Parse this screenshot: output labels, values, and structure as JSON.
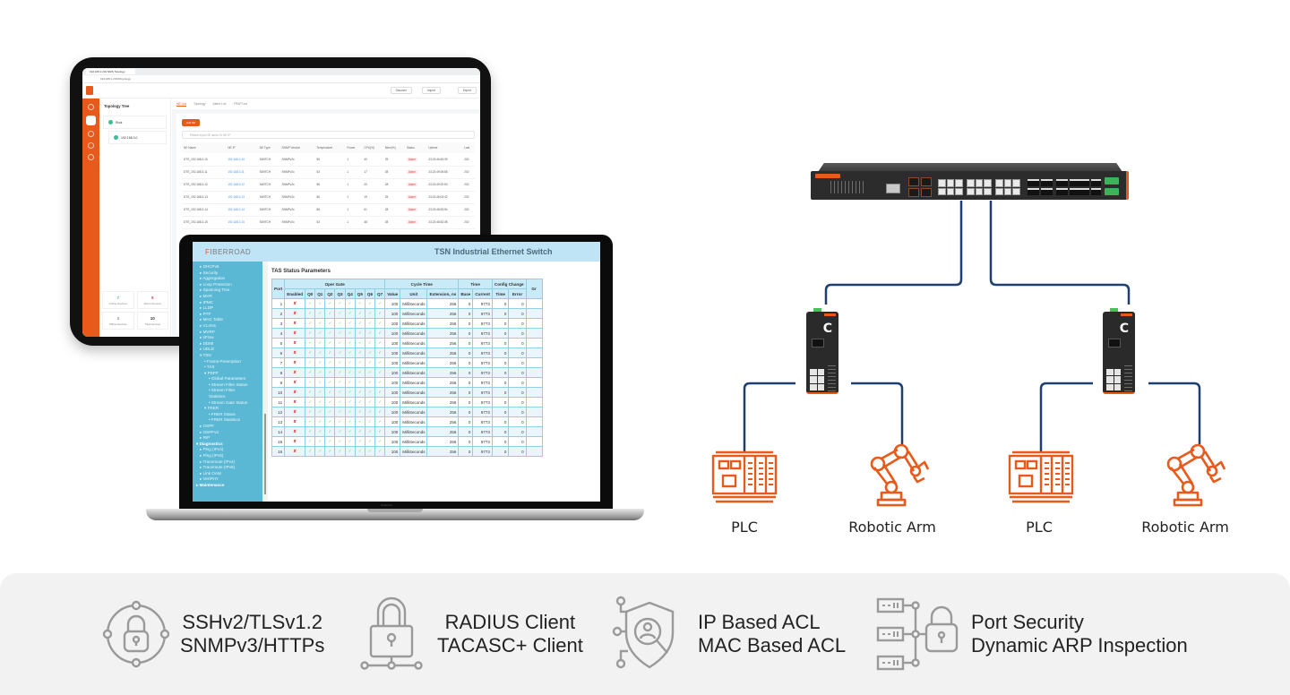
{
  "tablet": {
    "browser_tab": "192.168.1.201 NMS Topology",
    "url": "192.168.1.201/#/topology",
    "actions": [
      "Discover",
      "Import",
      "Export"
    ],
    "tree_title": "Topology Tree",
    "tree_nodes": [
      "Root",
      "192.168.3.0"
    ],
    "tabs": [
      "NE List",
      "Topology",
      "Alarm List",
      "TRAP List"
    ],
    "add_button": "Add NE",
    "search_placeholder": "Please input NE name Or NE IP",
    "columns": [
      "NE Name",
      "NE IP",
      "NE Type",
      "SNMP Version",
      "Temperature",
      "Power",
      "CPU(%)",
      "Mem(%)",
      "Status",
      "Uptime",
      "Last"
    ],
    "rows": [
      [
        "DTS_192.168.3.10",
        "192.168.3.10",
        "SWITCH",
        "SNMPv2c",
        "55",
        "1",
        "40",
        "29",
        "Alarm",
        "23:22:46:45:39",
        "202"
      ],
      [
        "DTS_192.168.3.11",
        "192.168.3.11",
        "SWITCH",
        "SNMPv2c",
        "53",
        "1",
        "17",
        "28",
        "Alarm",
        "23:22:49:05:58",
        "202"
      ],
      [
        "DTS_192.168.3.12",
        "192.168.3.12",
        "SWITCH",
        "SNMPv2c",
        "56",
        "1",
        "20",
        "28",
        "Alarm",
        "23:22:49:02:53",
        "202"
      ],
      [
        "DTS_192.168.3.13",
        "192.168.3.13",
        "SWITCH",
        "SNMPv2c",
        "56",
        "1",
        "19",
        "25",
        "Alarm",
        "23:22:48:03:42",
        "202"
      ],
      [
        "DTS_192.168.3.14",
        "192.168.3.14",
        "SWITCH",
        "SNMPv2c",
        "58",
        "1",
        "61",
        "28",
        "Alarm",
        "23:22:48:53:54",
        "202"
      ],
      [
        "DTS_192.168.3.15",
        "192.168.3.15",
        "SWITCH",
        "SNMPv2c",
        "53",
        "1",
        "48",
        "28",
        "Alarm",
        "23:22:48:52:08",
        "202"
      ]
    ],
    "stats": [
      {
        "value": "7",
        "label": "Online Devices",
        "color": "#3cbf8e"
      },
      {
        "value": "9",
        "label": "Alarm Devices",
        "color": "#e04646"
      },
      {
        "value": "3",
        "label": "Offline Devices",
        "color": "#888888"
      },
      {
        "value": "10",
        "label": "Total Devices",
        "color": "#333333"
      }
    ]
  },
  "laptop": {
    "logo_prefix": "F",
    "logo_rest": "IBERROAD",
    "title": "TSN Industrial Ethernet Switch",
    "brand": "Notebook",
    "nav": [
      {
        "label": "▸ DHCPv6",
        "level": 2
      },
      {
        "label": "▸ Security",
        "level": 2
      },
      {
        "label": "▸ Aggregation",
        "level": 2
      },
      {
        "label": "▸ Loop Protection",
        "level": 2
      },
      {
        "label": "▸ Spanning Tree",
        "level": 2
      },
      {
        "label": "▸ MVR",
        "level": 2
      },
      {
        "label": "▸ IPMC",
        "level": 2
      },
      {
        "label": "▸ LLDP",
        "level": 2
      },
      {
        "label": "▸ PTP",
        "level": 2
      },
      {
        "label": "▸ MAC Table",
        "level": 2
      },
      {
        "label": "▸ VLANs",
        "level": 2
      },
      {
        "label": "▸ MVRP",
        "level": 2
      },
      {
        "label": "▸ sFlow",
        "level": 2
      },
      {
        "label": "▸ DDMI",
        "level": 2
      },
      {
        "label": "▸ UDLD",
        "level": 2
      },
      {
        "label": "▾ TSN",
        "level": 2
      },
      {
        "label": "• Frame Preemption",
        "level": 3
      },
      {
        "label": "• TAS",
        "level": 3
      },
      {
        "label": "▾ PSFP",
        "level": 3
      },
      {
        "label": "• Global Parameters",
        "level": 4
      },
      {
        "label": "• Stream Filter Status",
        "level": 4
      },
      {
        "label": "• Stream Filter",
        "level": 4
      },
      {
        "label": "Statistics",
        "level": 4
      },
      {
        "label": "• Stream Gate Status",
        "level": 4
      },
      {
        "label": "▾ FRER",
        "level": 3
      },
      {
        "label": "• FRER Status",
        "level": 4
      },
      {
        "label": "• FRER Statistics",
        "level": 4
      },
      {
        "label": "▸ OSPF",
        "level": 2
      },
      {
        "label": "▸ OSPFv3",
        "level": 2
      },
      {
        "label": "▸ RIP",
        "level": 2
      },
      {
        "label": "▾ Diagnostics",
        "level": 1
      },
      {
        "label": "▸ Ping (IPv4)",
        "level": 2
      },
      {
        "label": "▸ Ping (IPv6)",
        "level": 2
      },
      {
        "label": "▸ Traceroute (IPv4)",
        "level": 2
      },
      {
        "label": "▸ Traceroute (IPv6)",
        "level": 2
      },
      {
        "label": "▸ Link OAM",
        "level": 2
      },
      {
        "label": "▸ VeriPHY",
        "level": 2
      },
      {
        "label": "▸ Maintenance",
        "level": 1
      }
    ],
    "section_title": "TAS Status Parameters",
    "group_headers": {
      "port": "Port",
      "oper_gate": "Oper Gate",
      "cycle_time": "Cycle Time",
      "time": "Time",
      "config_change": "Config Change",
      "extra": "Gr"
    },
    "sub_headers": [
      "Enabled",
      "Q0",
      "Q1",
      "Q2",
      "Q3",
      "Q4",
      "Q5",
      "Q6",
      "Q7",
      "Value",
      "Unit",
      "Extension, ns",
      "Base",
      "Current",
      "Time",
      "Error"
    ],
    "enabled_symbol": "✘",
    "gate_symbol": "✓",
    "rows": [
      {
        "port": "1",
        "value": "100",
        "unit": "MilliSeconds",
        "ext": "256",
        "base": "0",
        "current": "9773",
        "time": "0",
        "error": "0"
      },
      {
        "port": "2",
        "value": "100",
        "unit": "MilliSeconds",
        "ext": "256",
        "base": "0",
        "current": "9773",
        "time": "0",
        "error": "0"
      },
      {
        "port": "3",
        "value": "100",
        "unit": "MilliSeconds",
        "ext": "256",
        "base": "0",
        "current": "9773",
        "time": "0",
        "error": "0"
      },
      {
        "port": "4",
        "value": "100",
        "unit": "MilliSeconds",
        "ext": "256",
        "base": "0",
        "current": "9773",
        "time": "0",
        "error": "0"
      },
      {
        "port": "5",
        "value": "100",
        "unit": "MilliSeconds",
        "ext": "256",
        "base": "0",
        "current": "9773",
        "time": "0",
        "error": "0"
      },
      {
        "port": "6",
        "value": "100",
        "unit": "MilliSeconds",
        "ext": "256",
        "base": "0",
        "current": "9773",
        "time": "0",
        "error": "0"
      },
      {
        "port": "7",
        "value": "100",
        "unit": "MilliSeconds",
        "ext": "256",
        "base": "0",
        "current": "9773",
        "time": "0",
        "error": "0"
      },
      {
        "port": "8",
        "value": "100",
        "unit": "MilliSeconds",
        "ext": "256",
        "base": "0",
        "current": "9773",
        "time": "0",
        "error": "0"
      },
      {
        "port": "9",
        "value": "100",
        "unit": "MilliSeconds",
        "ext": "256",
        "base": "0",
        "current": "9773",
        "time": "0",
        "error": "0"
      },
      {
        "port": "10",
        "value": "100",
        "unit": "MilliSeconds",
        "ext": "256",
        "base": "0",
        "current": "9773",
        "time": "0",
        "error": "0"
      },
      {
        "port": "11",
        "value": "100",
        "unit": "MilliSeconds",
        "ext": "256",
        "base": "0",
        "current": "9773",
        "time": "0",
        "error": "0"
      },
      {
        "port": "12",
        "value": "100",
        "unit": "MilliSeconds",
        "ext": "256",
        "base": "0",
        "current": "9773",
        "time": "0",
        "error": "0"
      },
      {
        "port": "13",
        "value": "100",
        "unit": "MilliSeconds",
        "ext": "256",
        "base": "0",
        "current": "9773",
        "time": "0",
        "error": "0"
      },
      {
        "port": "14",
        "value": "100",
        "unit": "MilliSeconds",
        "ext": "256",
        "base": "0",
        "current": "9773",
        "time": "0",
        "error": "0"
      },
      {
        "port": "15",
        "value": "100",
        "unit": "MilliSeconds",
        "ext": "256",
        "base": "0",
        "current": "9773",
        "time": "0",
        "error": "0"
      },
      {
        "port": "16",
        "value": "100",
        "unit": "MilliSeconds",
        "ext": "256",
        "base": "0",
        "current": "9773",
        "time": "0",
        "error": "0"
      }
    ]
  },
  "diagram": {
    "link_color": "#1f3f73",
    "accent_color": "#e8591a",
    "devices": [
      {
        "label": "PLC",
        "icon": "plc-icon"
      },
      {
        "label": "Robotic Arm",
        "icon": "robotic-arm-icon"
      },
      {
        "label": "PLC",
        "icon": "plc-icon"
      },
      {
        "label": "Robotic Arm",
        "icon": "robotic-arm-icon"
      }
    ]
  },
  "features": [
    {
      "icon": "network-lock-icon",
      "lines": [
        "SSHv2/TLSv1.2",
        "SNMPv3/HTTPs"
      ]
    },
    {
      "icon": "padlock-network-icon",
      "lines": [
        "RADIUS Client",
        "TACASC+ Client"
      ]
    },
    {
      "icon": "shield-user-search-icon",
      "lines": [
        "IP Based ACL",
        "MAC Based ACL"
      ]
    },
    {
      "icon": "server-lock-icon",
      "lines": [
        "Port Security",
        "Dynamic ARP Inspection"
      ]
    }
  ]
}
